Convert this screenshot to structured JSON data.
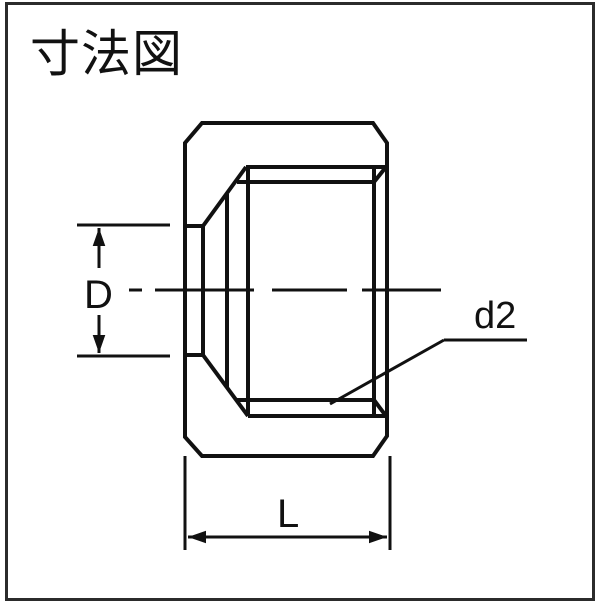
{
  "title": "寸法図",
  "labels": {
    "diameter": "D",
    "thread": "d2",
    "length": "L"
  },
  "colors": {
    "line": "#111111",
    "frame": "#2b2b2b",
    "background": "#ffffff"
  }
}
